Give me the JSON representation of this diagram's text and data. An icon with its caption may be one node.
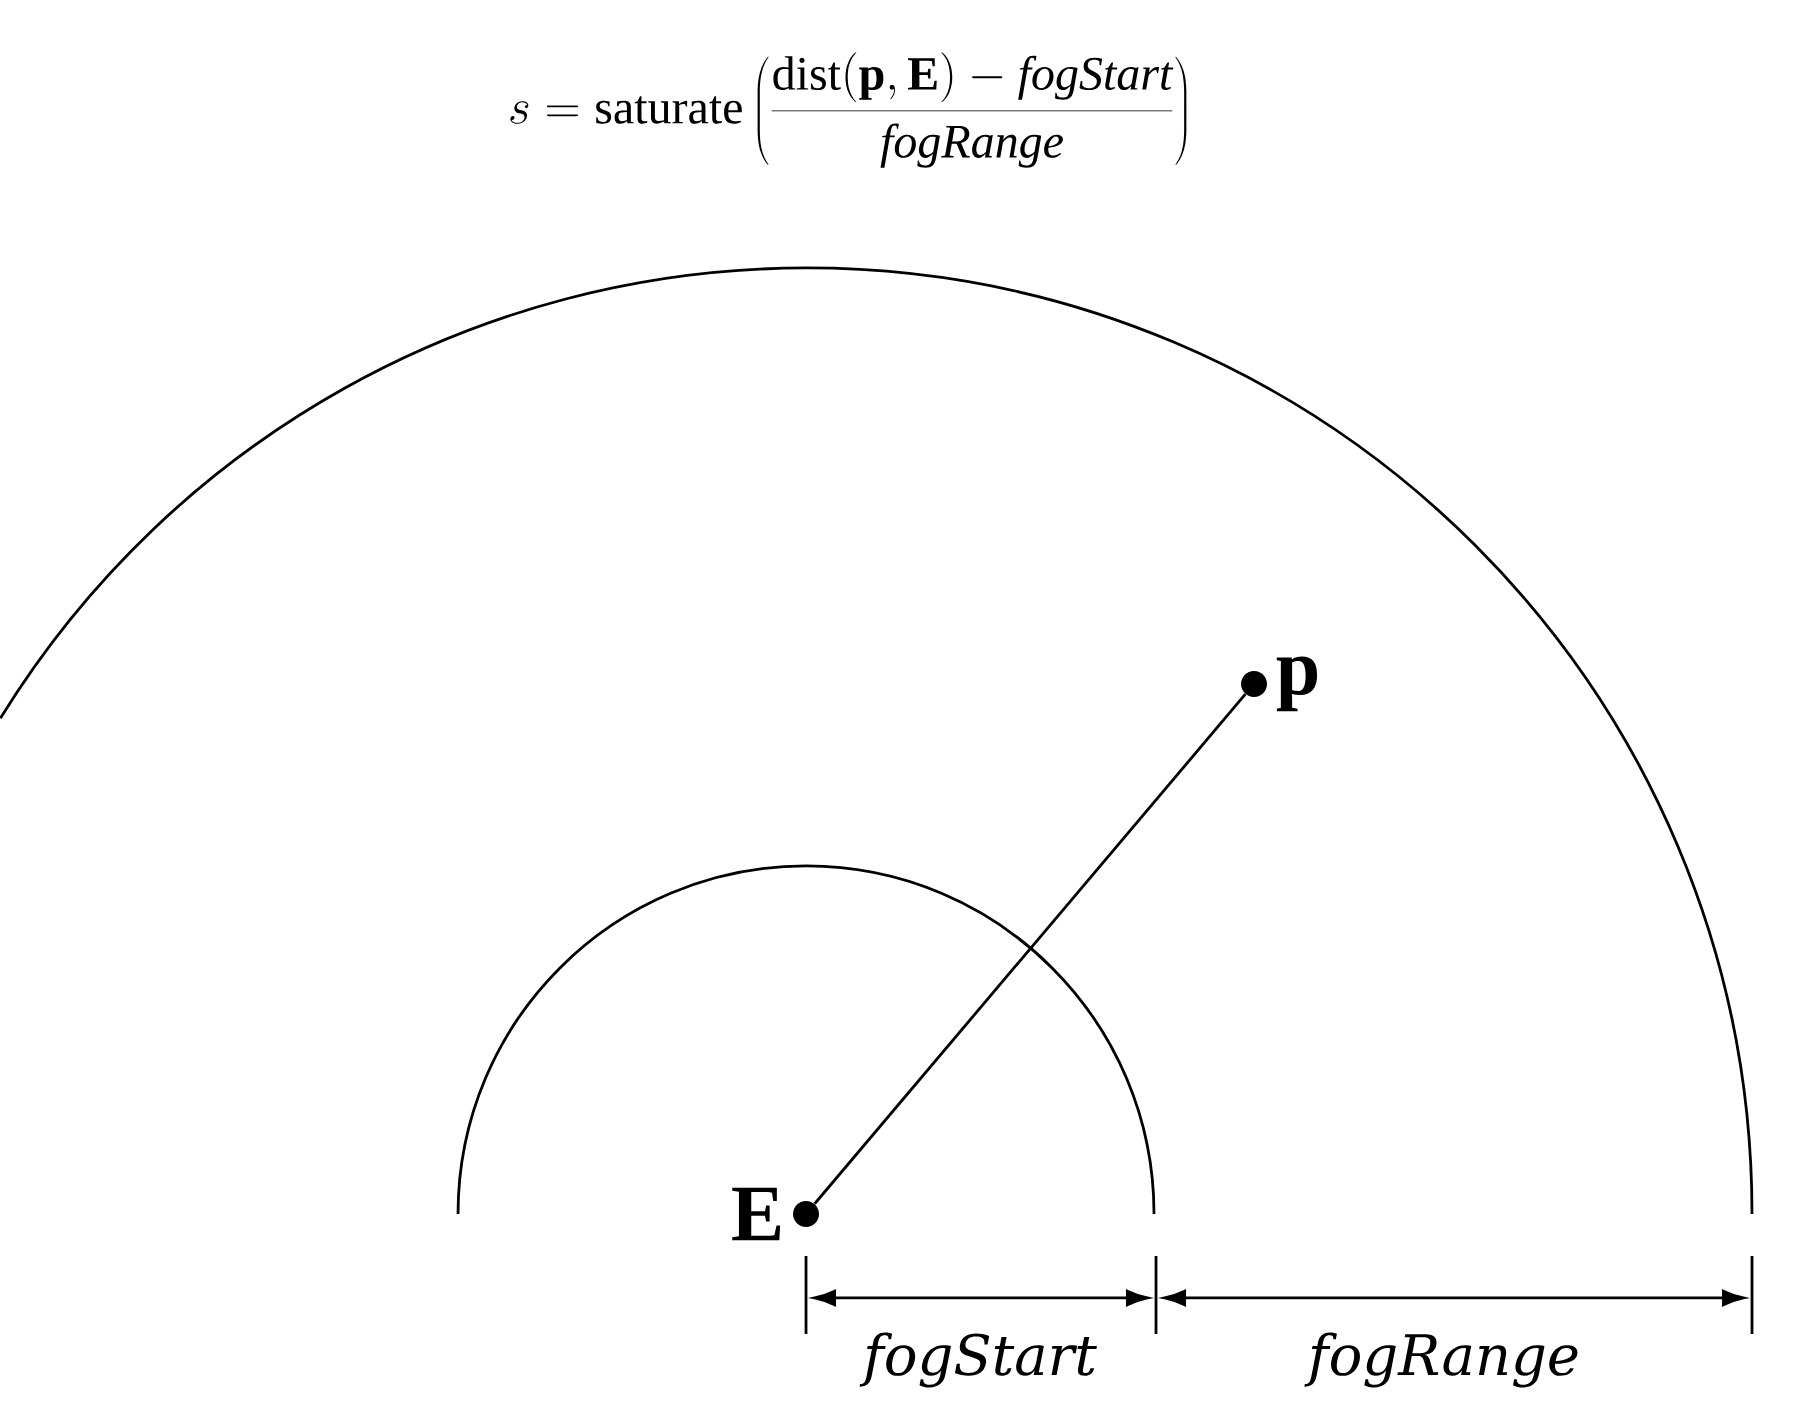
{
  "diagram": {
    "nodes": [
      {
        "text": [
          "E"
        ]
      },
      {
        "text": [
          "p"
        ]
      }
    ],
    "edges": [
      {
        "from": 0,
        "to": 1,
        "arrow": "none"
      }
    ],
    "labels": [
      "s = \\mathrm{saturate}\\left(\\frac{\\mathrm{dist}(\\mathbf{p},\\mathbf{E}) - \\mathit{fogStart}}{\\mathit{fogRange}}\\right)",
      "fogStart",
      "fogRange"
    ]
  }
}
